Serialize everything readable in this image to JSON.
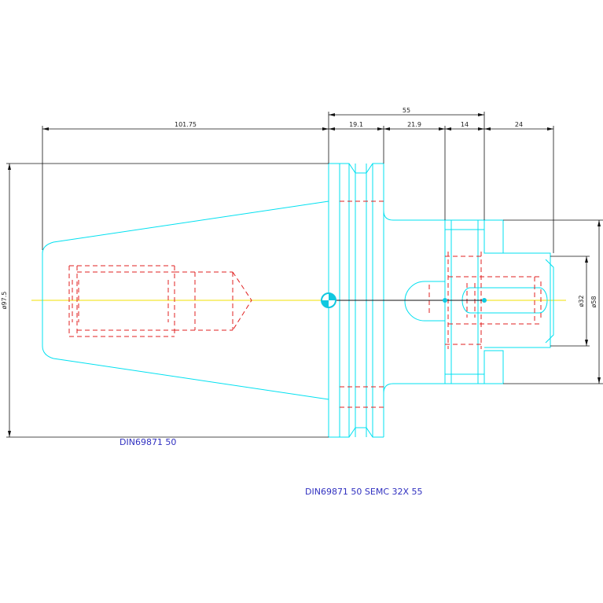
{
  "colors": {
    "outline": "#00e0f0",
    "hidden": "#e02020",
    "dimension": "#111111",
    "centerline": "#f0e000",
    "label": "#3030c0",
    "node": "#10c8e0"
  },
  "dimensions": {
    "taper_length": "101.75",
    "overall_length": "55",
    "flange_width": "19.1",
    "neck_length": "21.9",
    "clamp_width": "14",
    "nose_length": "24",
    "flange_diameter": "ø97.5",
    "bore_diameter": "ø32",
    "body_diameter": "ø58"
  },
  "labels": {
    "taper_standard": "DIN69871 50",
    "part_designation": "DIN69871 50 SEMC 32X 55"
  }
}
